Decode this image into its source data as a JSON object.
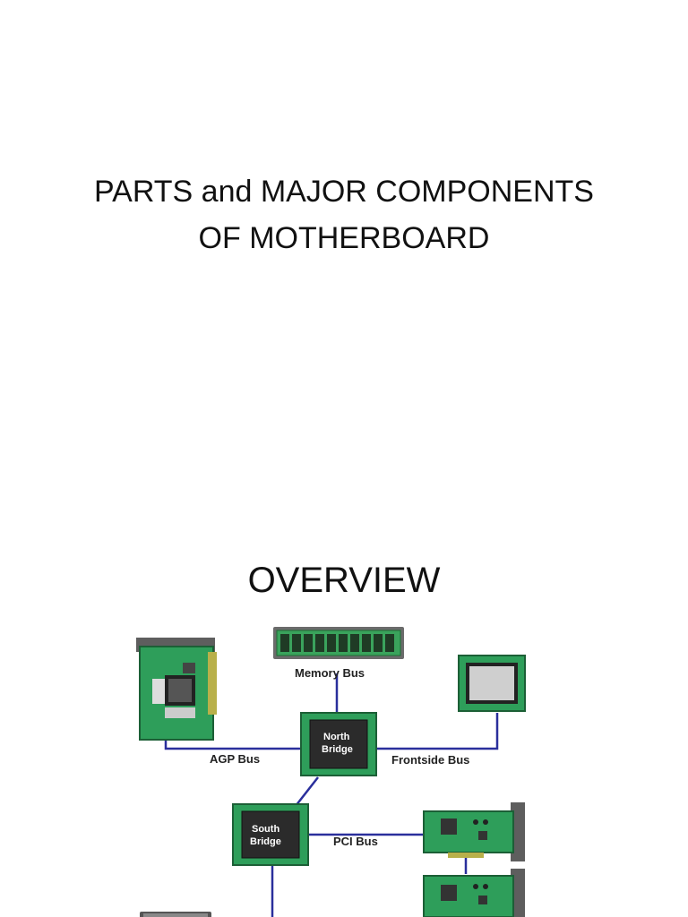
{
  "slide1": {
    "title_line1": "PARTS  and MAJOR COMPONENTS",
    "title_line2": "OF MOTHERBOARD"
  },
  "slide2": {
    "heading": "OVERVIEW",
    "diagram": {
      "labels": {
        "memory_bus": "Memory Bus",
        "agp_bus": "AGP Bus",
        "frontside_bus": "Frontside Bus",
        "pci_bus": "PCI Bus"
      },
      "chips": {
        "north_line1": "North",
        "north_line2": "Bridge",
        "south_line1": "South",
        "south_line2": "Bridge"
      },
      "colors": {
        "board_green": "#2e9e5a",
        "chip_dark": "#2b2b2b",
        "bus_blue": "#2a2f9c",
        "ram_green": "#3aa35c",
        "cpu_gray": "#cfcfcf"
      }
    }
  }
}
